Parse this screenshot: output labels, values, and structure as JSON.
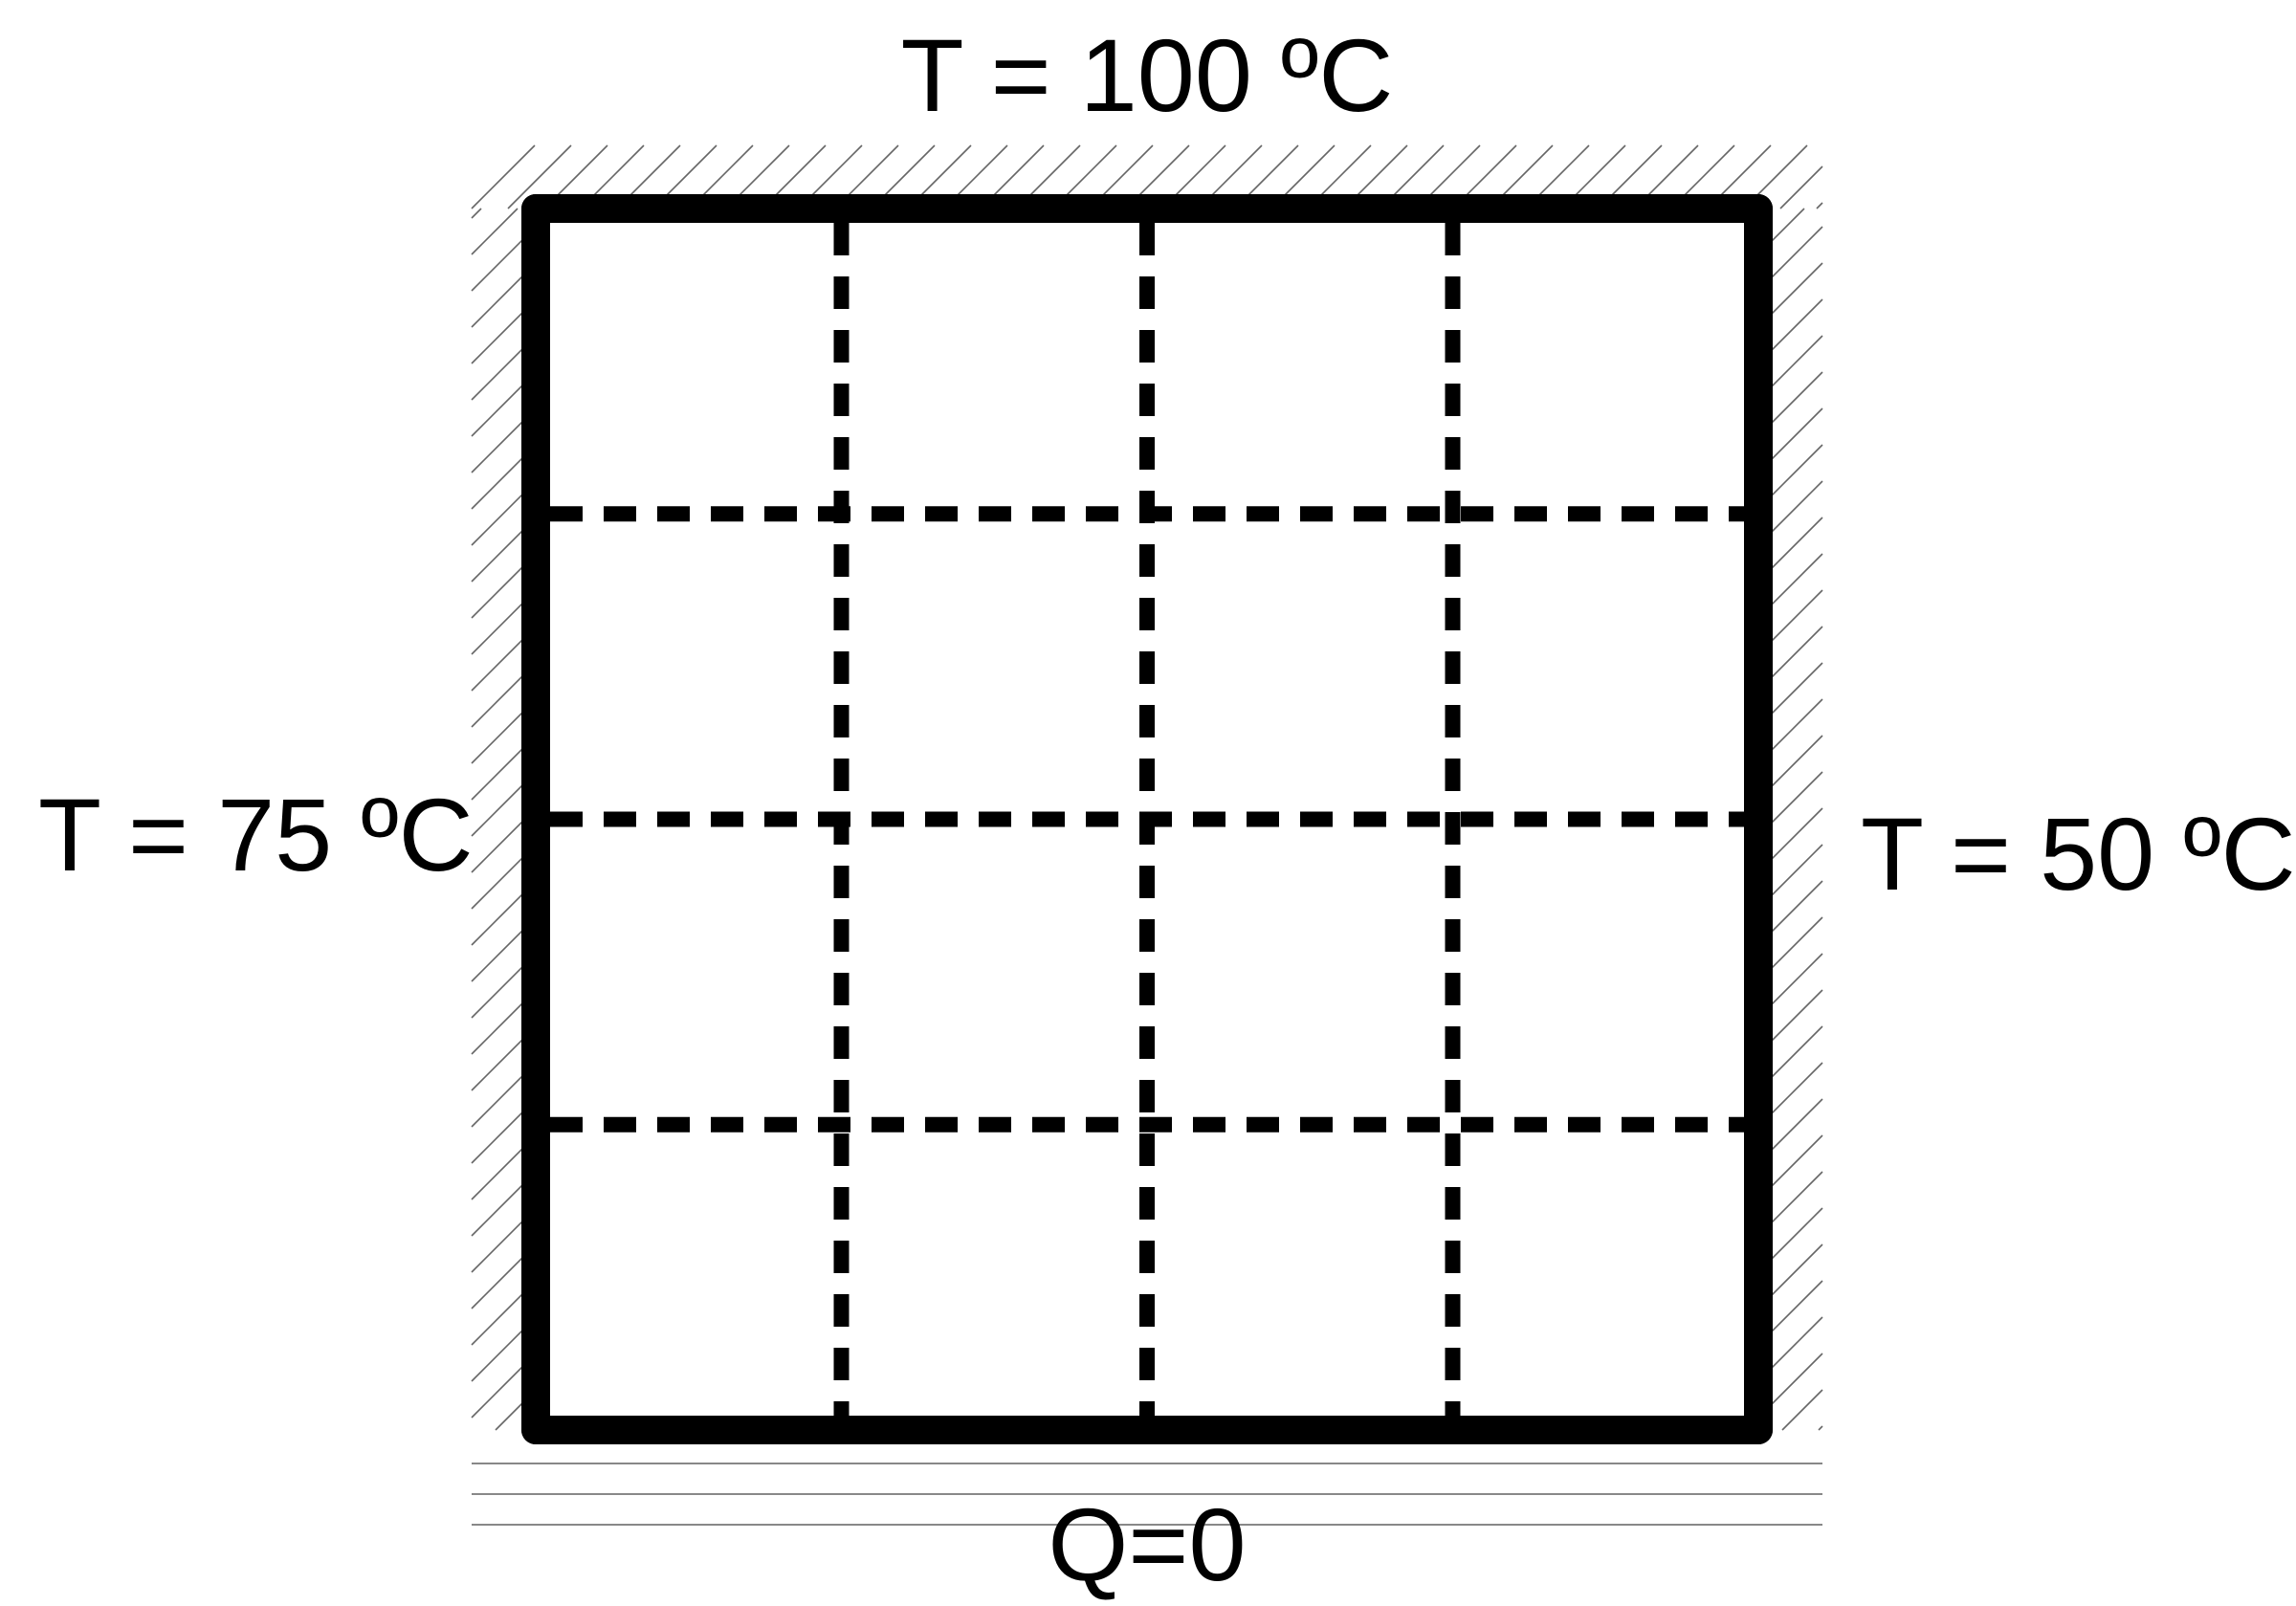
{
  "labels": {
    "top": "T = 100 ºC",
    "left": "T = 75 ºC",
    "right": "T = 50 ºC",
    "bottom": "Q=0"
  },
  "grid": {
    "columns": 4,
    "rows": 4
  },
  "colors": {
    "stroke": "#000000",
    "hatch": "#666666",
    "background": "#ffffff"
  }
}
